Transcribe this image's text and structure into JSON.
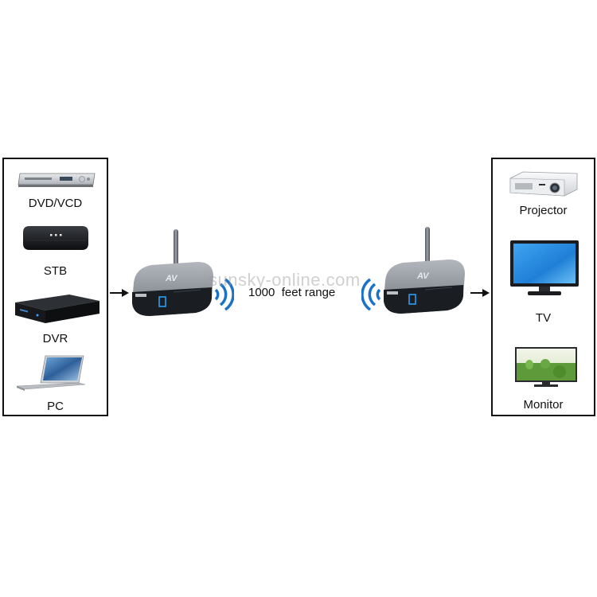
{
  "sources": {
    "items": [
      {
        "label": "DVD/VCD",
        "icon": "dvd-player-icon"
      },
      {
        "label": "STB",
        "icon": "set-top-box-icon"
      },
      {
        "label": "DVR",
        "icon": "dvr-recorder-icon"
      },
      {
        "label": "PC",
        "icon": "laptop-icon"
      }
    ]
  },
  "outputs": {
    "items": [
      {
        "label": "Projector",
        "icon": "projector-icon"
      },
      {
        "label": "TV",
        "icon": "tv-icon"
      },
      {
        "label": "Monitor",
        "icon": "monitor-icon"
      }
    ]
  },
  "transmitter": {
    "badge": "AV",
    "icon": "sender-unit-icon"
  },
  "receiver": {
    "badge": "AV",
    "icon": "receiver-unit-icon"
  },
  "range": {
    "value": "1000",
    "text": "feet range"
  },
  "watermark": "sunsky-online.com",
  "colors": {
    "unit_body": "#8a8f97",
    "unit_face": "#1a1d22",
    "signal": "#1a73c8",
    "led": "#2aa6ff"
  }
}
